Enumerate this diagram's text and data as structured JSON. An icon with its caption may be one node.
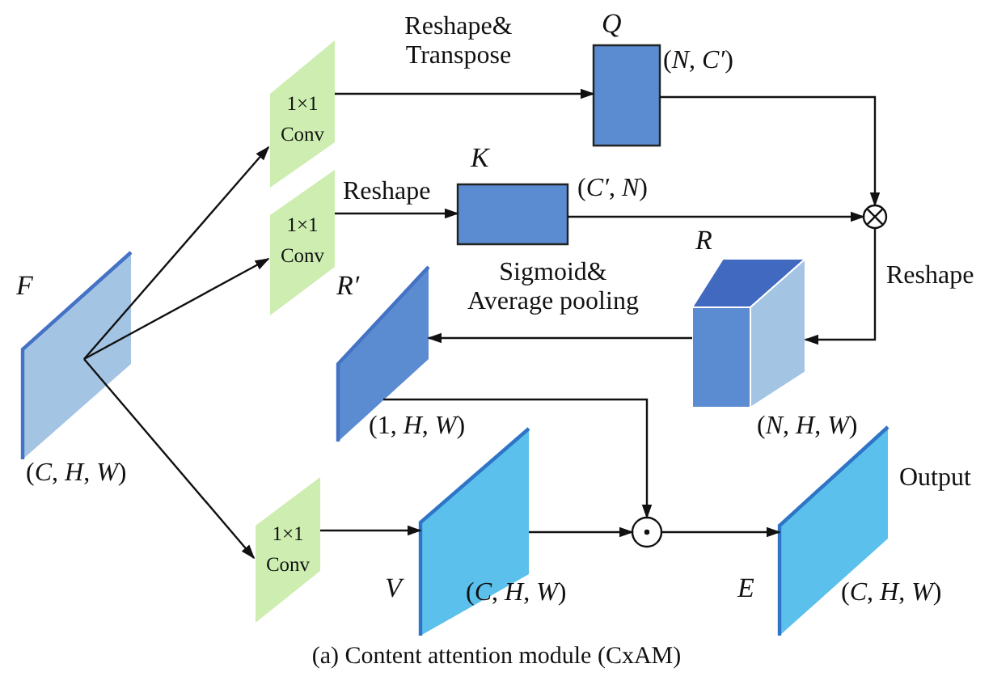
{
  "diagram": {
    "caption": "(a) Content attention module (CxAM)",
    "nodes": [
      {
        "text": [
          "F"
        ],
        "beside": [
          "(*C*, *H*, *W*)"
        ]
      },
      {
        "text": [
          "1×1 Conv"
        ]
      },
      {
        "text": [
          "1×1 Conv"
        ]
      },
      {
        "text": [
          "1×1 Conv"
        ]
      },
      {
        "text": [
          "Q"
        ],
        "beside": [
          "(*N*, *C′*)"
        ]
      },
      {
        "text": [
          "K"
        ],
        "beside": [
          "(*C′*, *N*)"
        ]
      },
      {
        "text": [],
        "shape": "circle"
      },
      {
        "text": [
          "R"
        ],
        "beside": [
          "(*N*, *H*, *W*)"
        ]
      },
      {
        "text": [
          "R′"
        ],
        "beside": [
          "(1, *H*, *W*)"
        ]
      },
      {
        "text": [
          "V"
        ],
        "beside": [
          "(*C*, *H*, *W*)"
        ]
      },
      {
        "text": [],
        "shape": "circle"
      },
      {
        "text": [
          "E"
        ],
        "beside": [
          "(*C*, *H*, *W*)",
          "Output"
        ]
      }
    ],
    "edges": [
      {
        "from": 0,
        "to": 1,
        "arrow": "to"
      },
      {
        "from": 0,
        "to": 2,
        "arrow": "to"
      },
      {
        "from": 0,
        "to": 3,
        "arrow": "to"
      },
      {
        "from": 1,
        "to": 4,
        "arrow": "to",
        "label": "Reshape& Transpose"
      },
      {
        "from": 2,
        "to": 5,
        "arrow": "to",
        "label": "Reshape"
      },
      {
        "from": 4,
        "to": 6,
        "arrow": "to"
      },
      {
        "from": 5,
        "to": 6,
        "arrow": "to"
      },
      {
        "from": 6,
        "to": 7,
        "arrow": "to",
        "label": "Reshape"
      },
      {
        "from": 7,
        "to": 8,
        "arrow": "to",
        "label": "Sigmoid& Average pooling"
      },
      {
        "from": 8,
        "to": 10,
        "arrow": "to"
      },
      {
        "from": 3,
        "to": 9,
        "arrow": "to"
      },
      {
        "from": 9,
        "to": 10,
        "arrow": "to"
      },
      {
        "from": 10,
        "to": 11,
        "arrow": "to"
      }
    ]
  }
}
